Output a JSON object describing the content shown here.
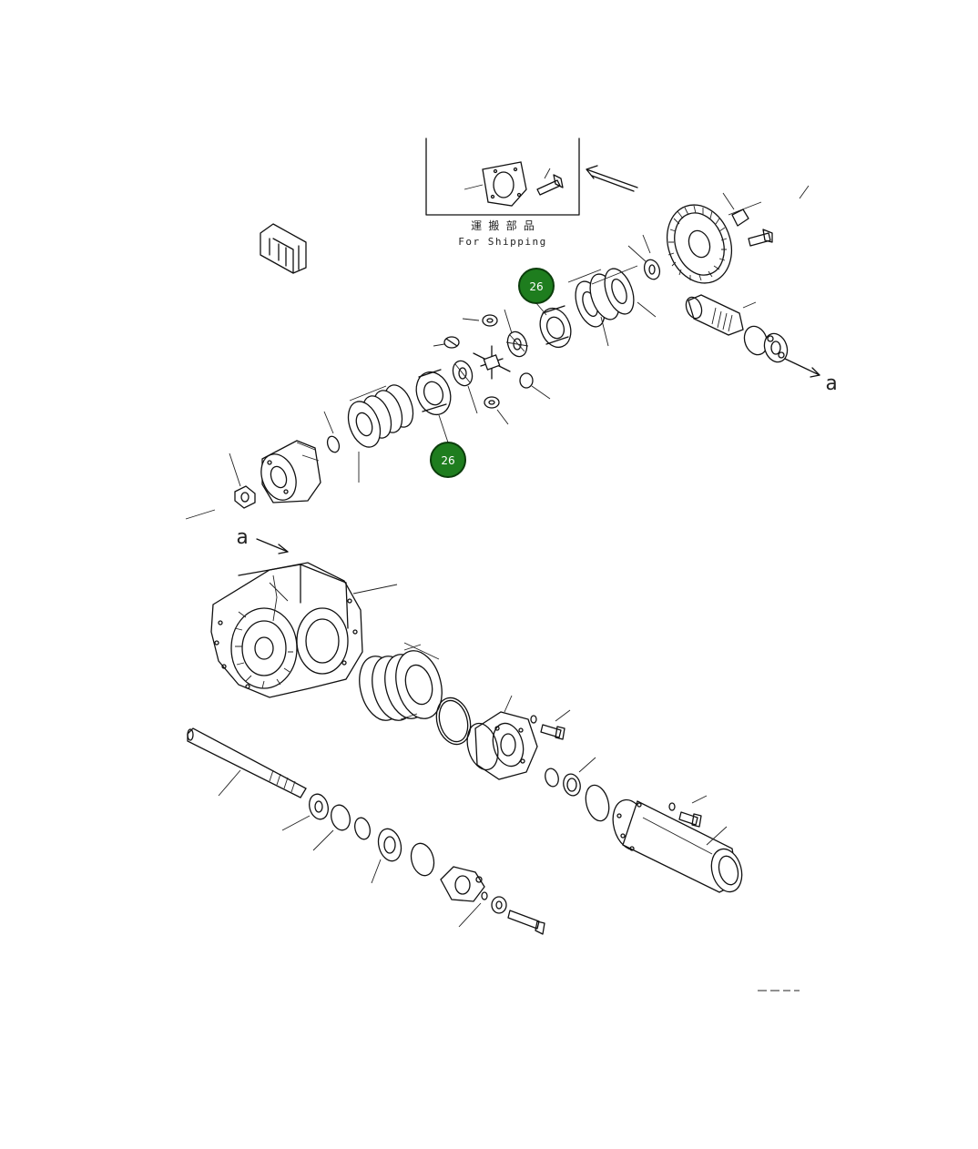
{
  "shipping_box": {
    "caption_cn": "運 搬 部 品",
    "caption_en": "For Shipping"
  },
  "callouts": [
    {
      "id": "callout-upper",
      "label": "26"
    },
    {
      "id": "callout-lower",
      "label": "26"
    }
  ],
  "connector_labels": {
    "upper_a": "a",
    "lower_a": "a"
  },
  "colors": {
    "callout_fill": "#1e7d1e",
    "callout_ring": "#0b3d0b",
    "line": "#111111"
  }
}
